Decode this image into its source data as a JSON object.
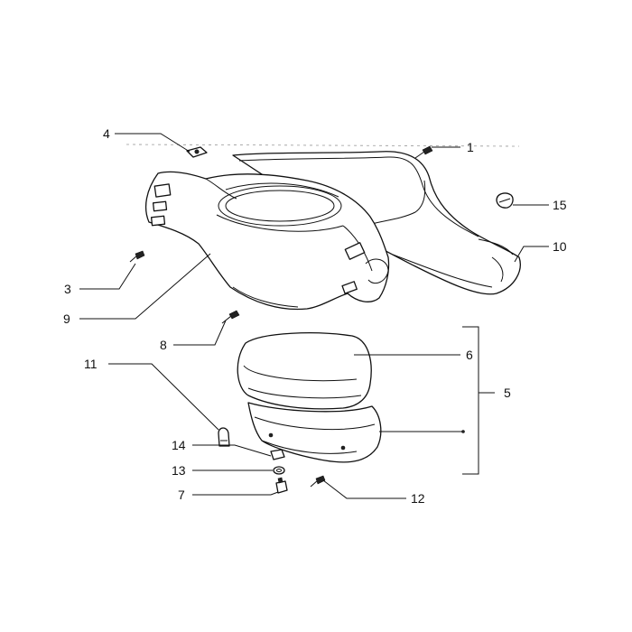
{
  "callouts": [
    {
      "id": "c1",
      "label": "1"
    },
    {
      "id": "c3",
      "label": "3"
    },
    {
      "id": "c4",
      "label": "4"
    },
    {
      "id": "c5",
      "label": "5"
    },
    {
      "id": "c6",
      "label": "6"
    },
    {
      "id": "c7",
      "label": "7"
    },
    {
      "id": "c8",
      "label": "8"
    },
    {
      "id": "c9",
      "label": "9"
    },
    {
      "id": "c10",
      "label": "10"
    },
    {
      "id": "c11",
      "label": "11"
    },
    {
      "id": "c12",
      "label": "12"
    },
    {
      "id": "c13",
      "label": "13"
    },
    {
      "id": "c14",
      "label": "14"
    },
    {
      "id": "c15",
      "label": "15"
    }
  ]
}
